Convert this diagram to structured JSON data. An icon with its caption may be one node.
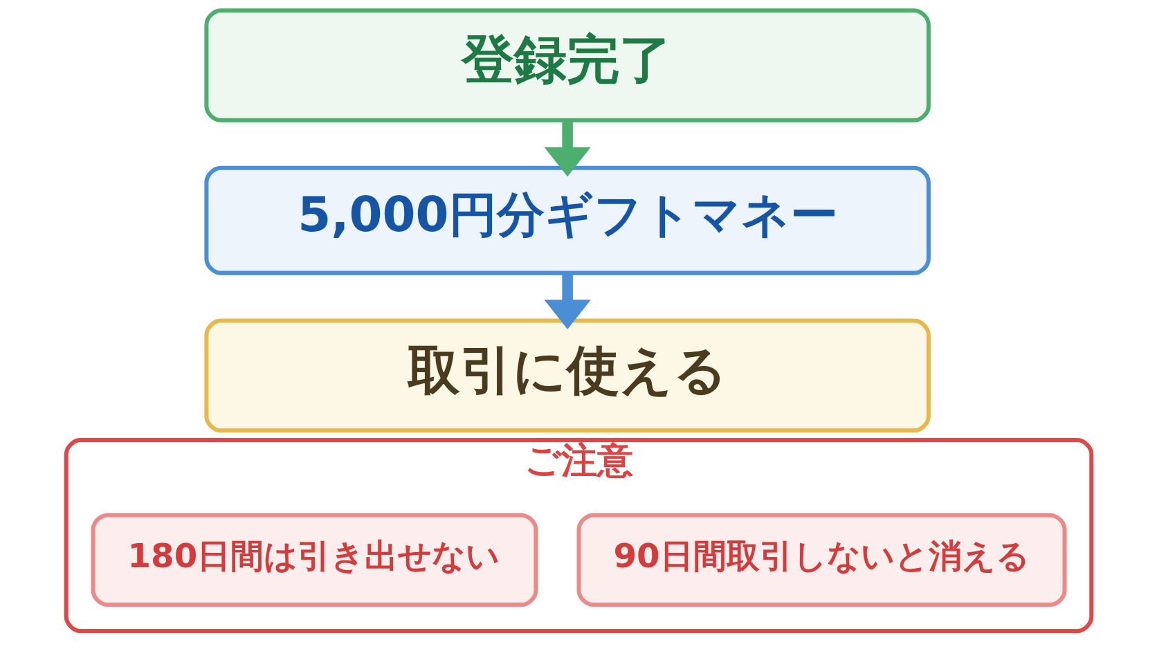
{
  "diagram": {
    "nodes": [
      {
        "text": [
          "登録完了"
        ]
      },
      {
        "text": [
          "5,000円分ギフトマネー"
        ]
      },
      {
        "text": [
          "取引に使える"
        ]
      },
      {
        "text": [
          "ご注意"
        ]
      },
      {
        "text": [
          "180日間は引き出せない"
        ],
        "in": 3
      },
      {
        "text": [
          "90日間取引しないと消える"
        ],
        "in": 3
      }
    ],
    "edges": [
      {
        "from": 0,
        "to": 1,
        "arrow": "to",
        "color": "#4caf6e"
      },
      {
        "from": 1,
        "to": 2,
        "arrow": "to",
        "color": "#4a8fd6"
      }
    ]
  }
}
